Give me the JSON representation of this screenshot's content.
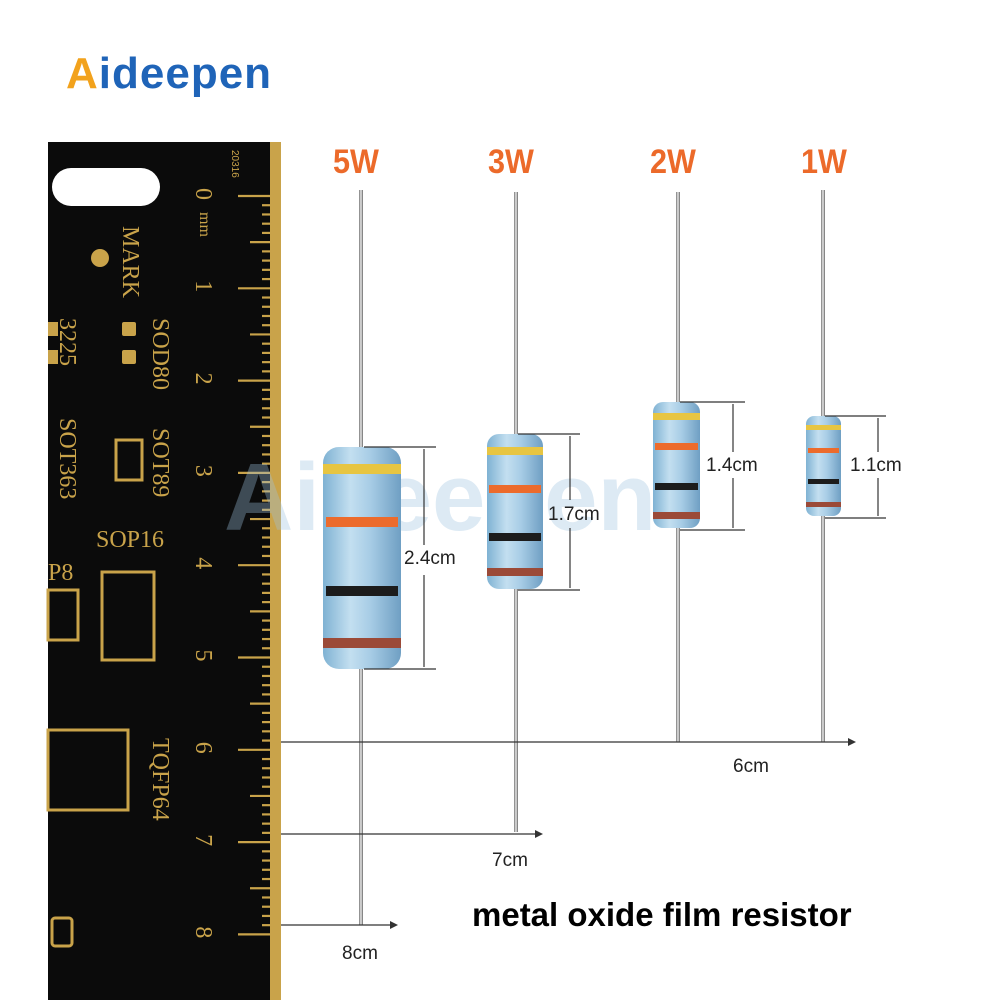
{
  "logo": {
    "first_letter": "A",
    "rest": "ideepen"
  },
  "watermark": "Aideepen",
  "resistors": [
    {
      "power": "5W",
      "body_length": "2.4cm",
      "lead_length": "8cm",
      "band_colors": [
        "#e7c542",
        "#ec6b2c",
        "#1c1c1c",
        "#9b4a38"
      ]
    },
    {
      "power": "3W",
      "body_length": "1.7cm",
      "lead_length": "7cm",
      "band_colors": [
        "#e7c542",
        "#ec6b2c",
        "#1c1c1c",
        "#9b4a38"
      ]
    },
    {
      "power": "2W",
      "body_length": "1.4cm",
      "lead_length": "6cm",
      "band_colors": [
        "#e7c542",
        "#ec6b2c",
        "#1c1c1c",
        "#9b4a38"
      ]
    },
    {
      "power": "1W",
      "body_length": "1.1cm",
      "lead_length": "",
      "band_colors": [
        "#e7c542",
        "#ec6b2c",
        "#1c1c1c",
        "#9b4a38"
      ]
    }
  ],
  "ruler": {
    "numbers": [
      "0",
      "1",
      "2",
      "3",
      "4",
      "5",
      "6",
      "7",
      "8"
    ],
    "unit": "mm",
    "top_code": "20316",
    "labels": [
      "MARK",
      "3225",
      "SOD80",
      "SOT363",
      "SOT89",
      "SOP16",
      "P8",
      "TQFP64"
    ]
  },
  "caption": "metal oxide film resistor",
  "colors": {
    "accent": "#ec6a2a",
    "logo_blue": "#1f64b8",
    "logo_orange": "#f2a21c",
    "ruler_pcb": "#0b0b0b",
    "ruler_gold": "#c9a34a",
    "resistor_body": "#9fc8e3"
  }
}
